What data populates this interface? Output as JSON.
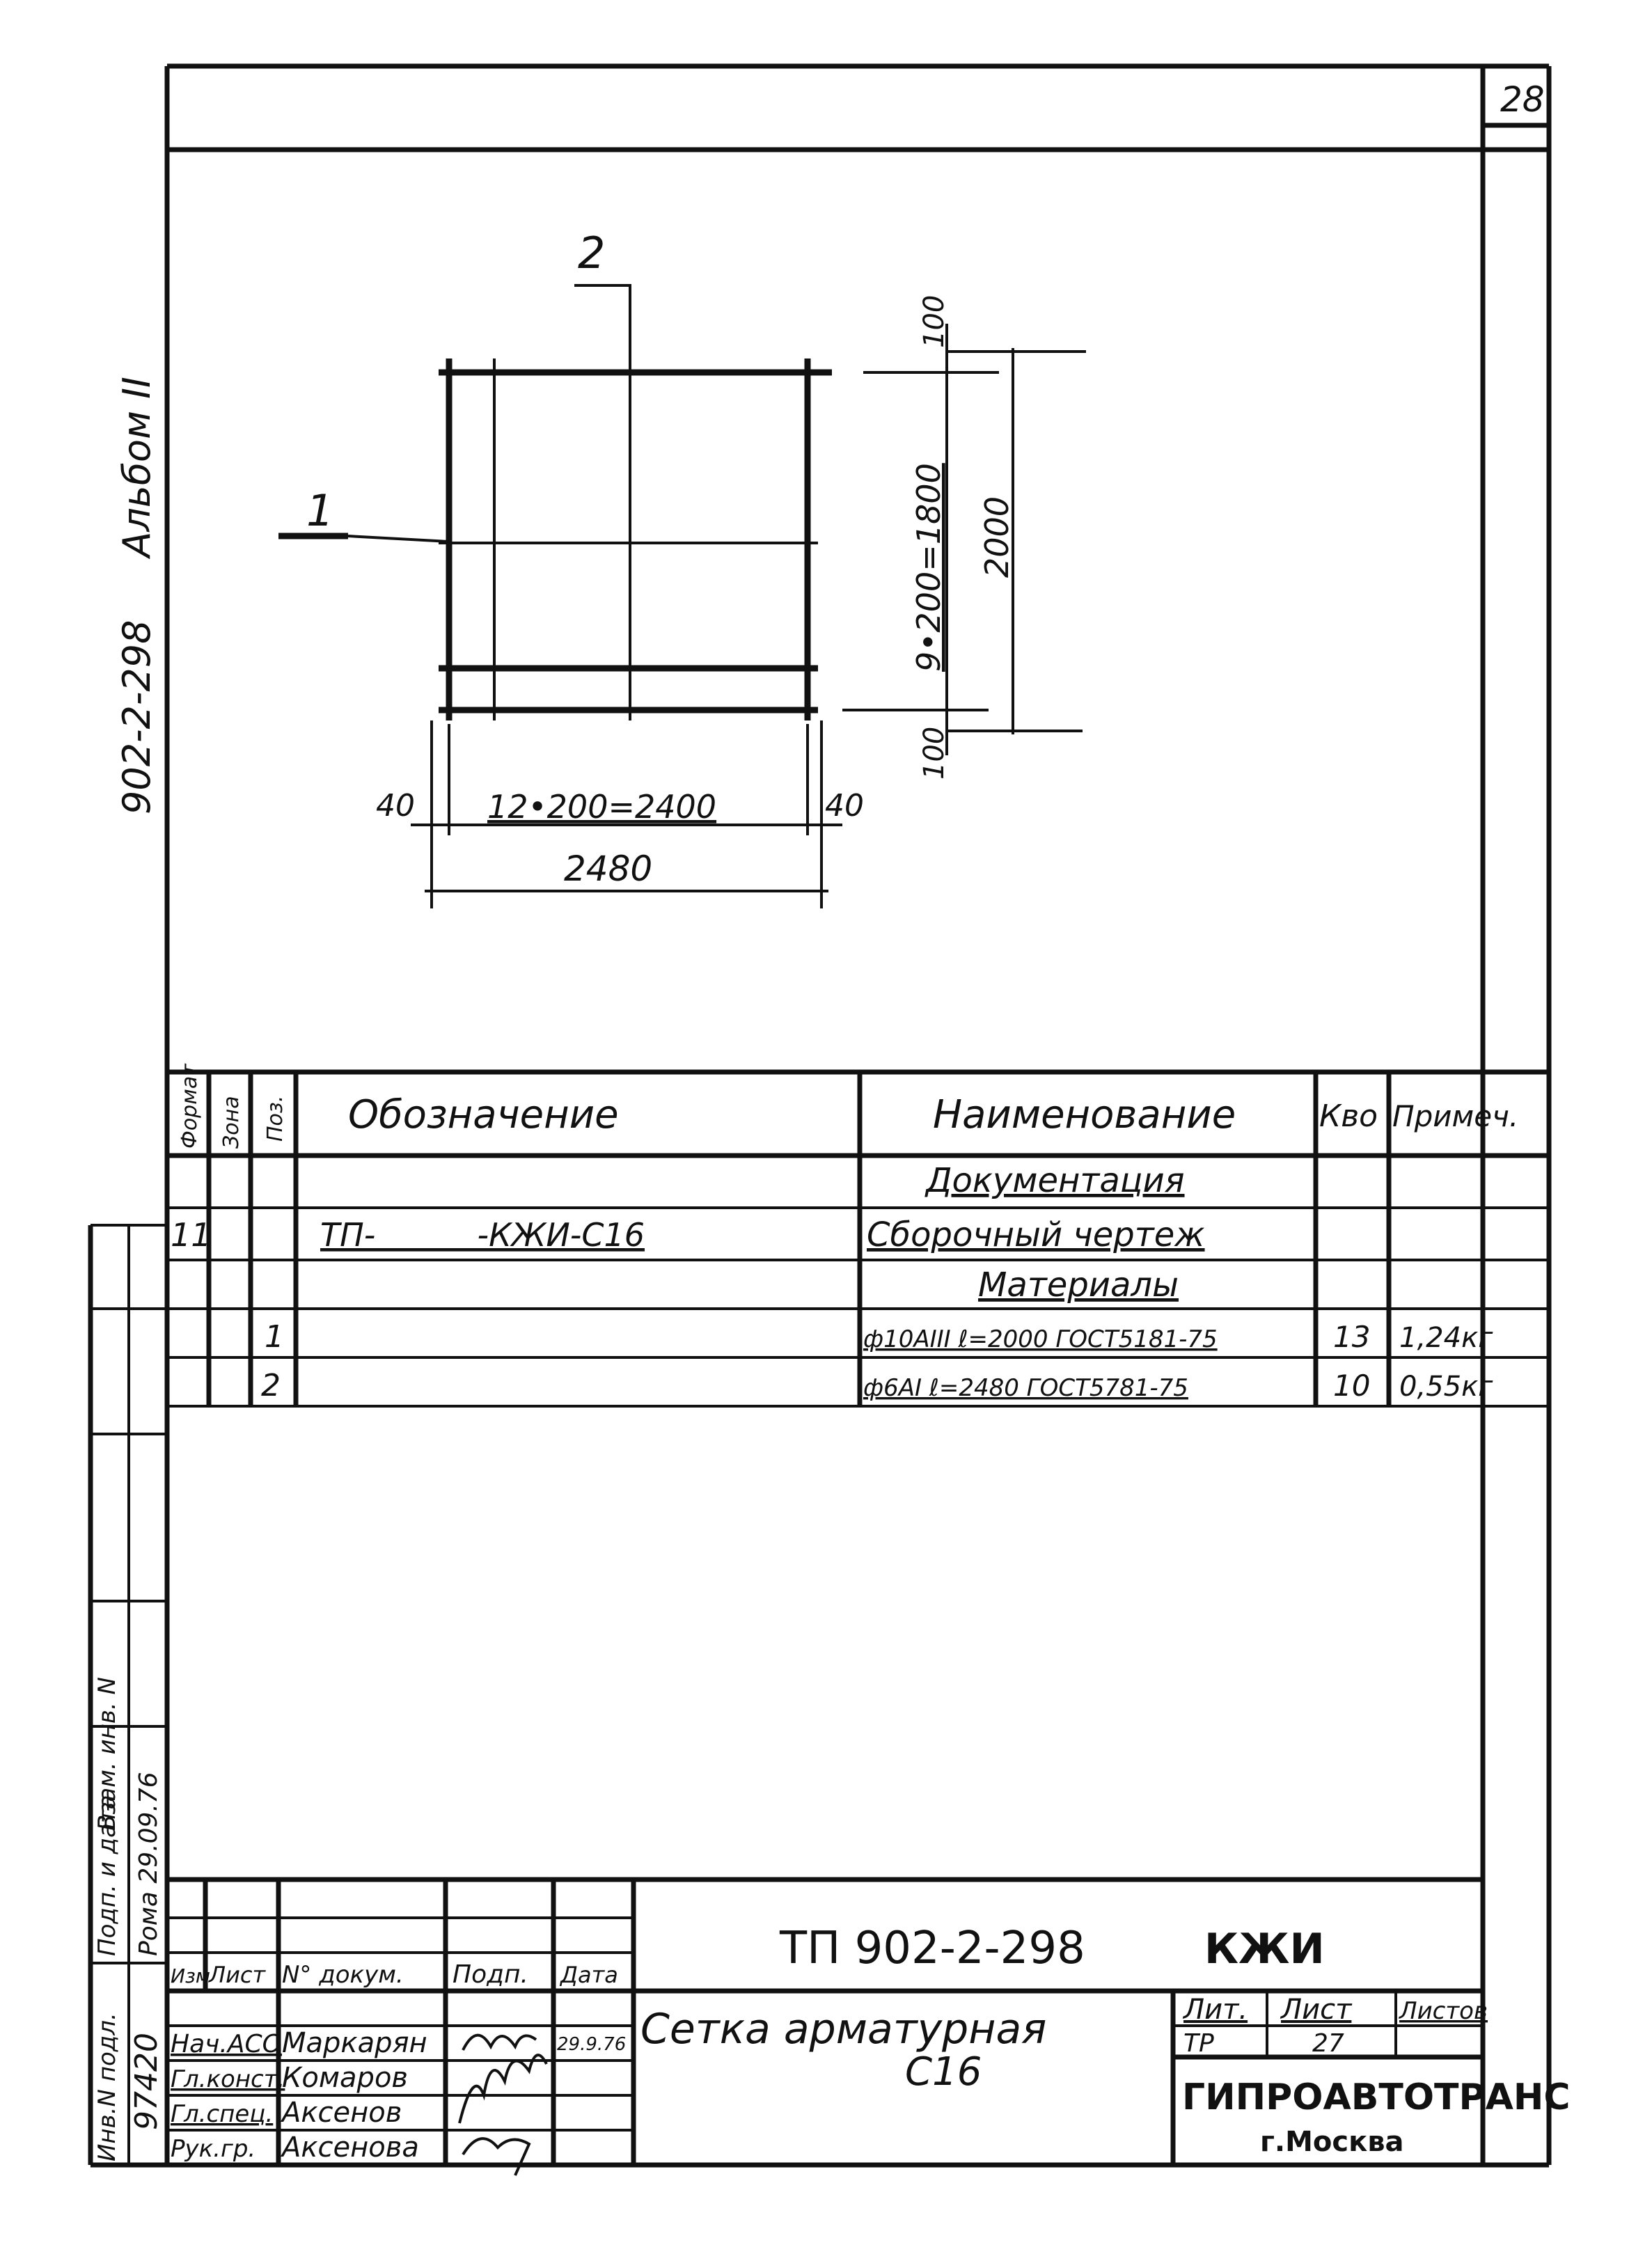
{
  "sheet": {
    "number": "28",
    "album_series": "902-2-298",
    "album_name": "Альбом II"
  },
  "drawing": {
    "label_bar_1": "1",
    "label_bar_2": "2",
    "dim_left_edge": "40",
    "dim_horizontal_span": "12•200=2400",
    "dim_right_edge": "40",
    "dim_total_width": "2480",
    "dim_top_edge": "100",
    "dim_vertical_span": "9•200=1800",
    "dim_bottom_edge": "100",
    "dim_total_height": "2000"
  },
  "spec_table": {
    "headers": {
      "format": "Формат",
      "zone": "Зона",
      "pos": "Поз.",
      "designation": "Обозначение",
      "name": "Наименование",
      "qty": "Кво",
      "note": "Примеч."
    },
    "rows": [
      {
        "format": "",
        "pos": "",
        "designation": "",
        "name": "Документация",
        "qty": "",
        "note": ""
      },
      {
        "format": "11",
        "pos": "",
        "designation": "ТП-          -КЖИ-С16",
        "name": "Сборочный чертеж",
        "qty": "",
        "note": ""
      },
      {
        "format": "",
        "pos": "",
        "designation": "",
        "name": "Материалы",
        "qty": "",
        "note": ""
      },
      {
        "format": "",
        "pos": "1",
        "designation": "",
        "name": "ф10АIII ℓ=2000 ГОСТ5181-75",
        "qty": "13",
        "note": "1,24кг"
      },
      {
        "format": "",
        "pos": "2",
        "designation": "",
        "name": "ф6АI ℓ=2480 ГОСТ5781-75",
        "qty": "10",
        "note": "0,55кг"
      }
    ]
  },
  "side_stamp": {
    "inv_original": "Инв.N подл.",
    "inv_value": "97420",
    "sign_date": "Подп. и дата",
    "sign_value": "Рома 29.09.76",
    "replaced_inv": "Взам. инв. N"
  },
  "title_block": {
    "code": "ТП 902-2-298",
    "mark": "КЖИ",
    "col_izm": "Изм",
    "col_list": "Лист",
    "col_doc": "N° докум.",
    "col_sign": "Подп.",
    "col_date": "Дата",
    "roles": [
      {
        "role": "Нач.АСО",
        "name": "Маркарян",
        "date": "29.9.76"
      },
      {
        "role": "Гл.конст.",
        "name": "Комаров",
        "date": ""
      },
      {
        "role": "Гл.спец.",
        "name": "Аксенов",
        "date": ""
      },
      {
        "role": "Рук.гр.",
        "name": "Аксенова",
        "date": ""
      }
    ],
    "title_line1": "Сетка арматурная",
    "title_line2": "С16",
    "lit_header": "Лит.",
    "sheet_header": "Лист",
    "sheets_header": "Листов",
    "lit_value": "ТР",
    "sheet_value": "27",
    "sheets_value": "",
    "org": "ГИПРОАВТОТРАНС",
    "city": "г.Москва"
  }
}
